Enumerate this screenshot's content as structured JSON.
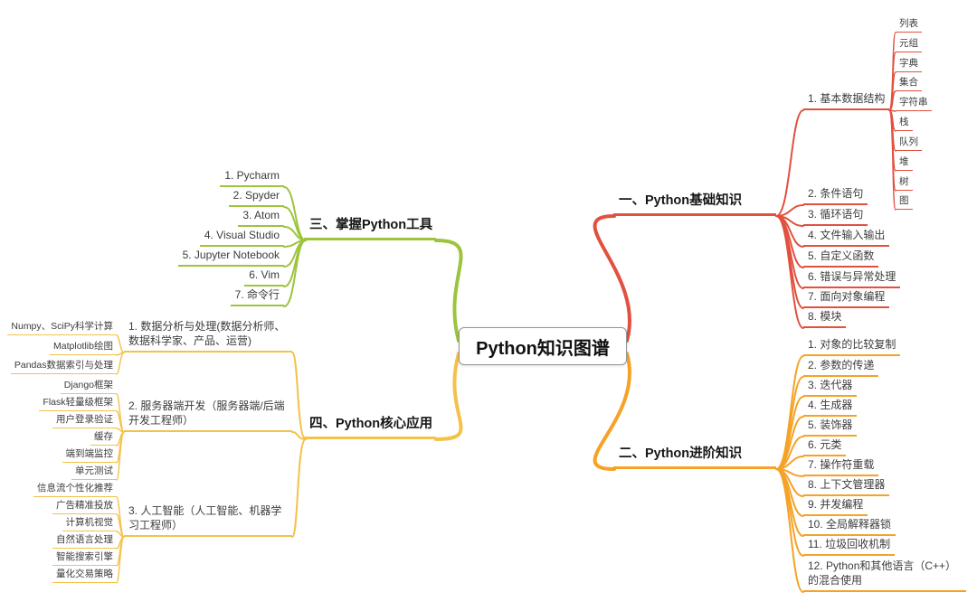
{
  "title": "Python知识图谱",
  "colors": {
    "basics": "#e2503f",
    "advanced": "#f5a227",
    "tools": "#9cc43c",
    "applications": "#f4c14b"
  },
  "basics": {
    "label": "一、Python基础知识",
    "children": [
      {
        "label": "1. 基本数据结构",
        "children": [
          "列表",
          "元组",
          "字典",
          "集合",
          "字符串",
          "栈",
          "队列",
          "堆",
          "树",
          "图"
        ]
      },
      {
        "label": "2. 条件语句"
      },
      {
        "label": "3. 循环语句"
      },
      {
        "label": "4. 文件输入输出"
      },
      {
        "label": "5. 自定义函数"
      },
      {
        "label": "6. 错误与异常处理"
      },
      {
        "label": "7. 面向对象编程"
      },
      {
        "label": "8. 模块"
      }
    ]
  },
  "advanced": {
    "label": "二、Python进阶知识",
    "children": [
      {
        "label": "1. 对象的比较复制"
      },
      {
        "label": "2. 参数的传递"
      },
      {
        "label": "3. 迭代器"
      },
      {
        "label": "4. 生成器"
      },
      {
        "label": "5. 装饰器"
      },
      {
        "label": "6. 元类"
      },
      {
        "label": "7. 操作符重载"
      },
      {
        "label": "8. 上下文管理器"
      },
      {
        "label": "9. 并发编程"
      },
      {
        "label": "10. 全局解释器锁"
      },
      {
        "label": "11. 垃圾回收机制"
      },
      {
        "label": "12. Python和其他语言（C++）的混合使用"
      }
    ]
  },
  "tools": {
    "label": "三、掌握Python工具",
    "children": [
      {
        "label": "1. Pycharm"
      },
      {
        "label": "2. Spyder"
      },
      {
        "label": "3. Atom"
      },
      {
        "label": "4. Visual Studio"
      },
      {
        "label": "5. Jupyter Notebook"
      },
      {
        "label": "6. Vim"
      },
      {
        "label": "7. 命令行"
      }
    ]
  },
  "applications": {
    "label": "四、Python核心应用",
    "children": [
      {
        "label": "1. 数据分析与处理(数据分析师、数据科学家、产品、运营)",
        "children": [
          "Numpy、SciPy科学计算",
          "Matplotlib绘图",
          "Pandas数据索引与处理"
        ]
      },
      {
        "label": "2. 服务器端开发（服务器端/后端开发工程师）",
        "children": [
          "Django框架",
          "Flask轻量级框架",
          "用户登录验证",
          "缓存",
          "端到端监控",
          "单元测试"
        ]
      },
      {
        "label": "3. 人工智能（人工智能、机器学习工程师）",
        "children": [
          "信息流个性化推荐",
          "广告精准投放",
          "计算机视觉",
          "自然语言处理",
          "智能搜索引擎",
          "量化交易策略"
        ]
      }
    ]
  }
}
